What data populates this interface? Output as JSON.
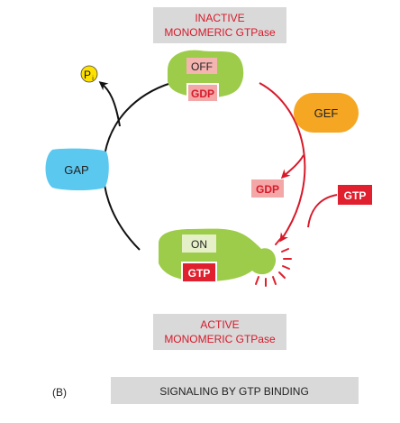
{
  "top_header": {
    "line1": "INACTIVE",
    "line2": "MONOMERIC GTPase"
  },
  "bottom_header": {
    "line1": "ACTIVE",
    "line2": "MONOMERIC GTPase"
  },
  "inactive_gtpase": {
    "state_label": "OFF",
    "nucleotide_label": "GDP"
  },
  "active_gtpase": {
    "state_label": "ON",
    "nucleotide_label": "GTP"
  },
  "gef": {
    "label": "GEF"
  },
  "gap": {
    "label": "GAP"
  },
  "released_gdp": {
    "label": "GDP"
  },
  "incoming_gtp": {
    "label": "GTP"
  },
  "phosphate": {
    "label": "P",
    "subscript": "i"
  },
  "caption": {
    "panel": "(B)",
    "title": "SIGNALING BY GTP BINDING"
  },
  "colors": {
    "protein_green": "#9ccc4a",
    "gef_orange": "#f5a623",
    "gap_blue": "#5bc8f0",
    "gtp_red": "#e0202e",
    "gdp_pink": "#f4a7a7",
    "label_red": "#d7192a",
    "header_gray": "#d9d9d9",
    "phosphate_yellow": "#ffe100",
    "on_box": "#e6f0c8",
    "off_box": "#f4b4b0"
  }
}
